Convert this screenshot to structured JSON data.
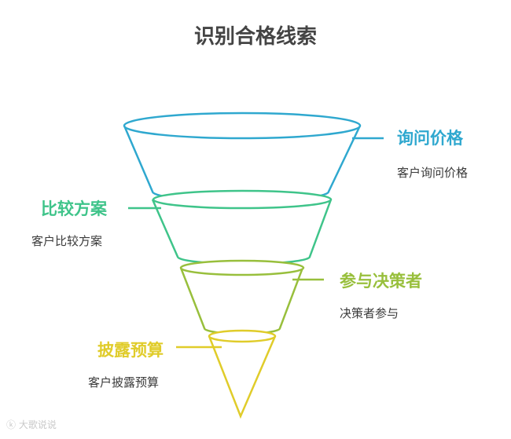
{
  "title": "识别合格线索",
  "colors": {
    "stage1": "#2fa8cf",
    "stage2": "#3fc48a",
    "stage3": "#98bf3c",
    "stage4": "#e0cc2a",
    "title": "#444444",
    "desc": "#3a3a3a"
  },
  "stages": [
    {
      "name": "询问价格",
      "description": "客户询问价格"
    },
    {
      "name": "比较方案",
      "description": "客户比较方案"
    },
    {
      "name": "参与决策者",
      "description": "决策者参与"
    },
    {
      "name": "披露预算",
      "description": "客户披露预算"
    }
  ],
  "watermark": {
    "text": "大歌说说",
    "icon": "speech-bubble-logo"
  }
}
